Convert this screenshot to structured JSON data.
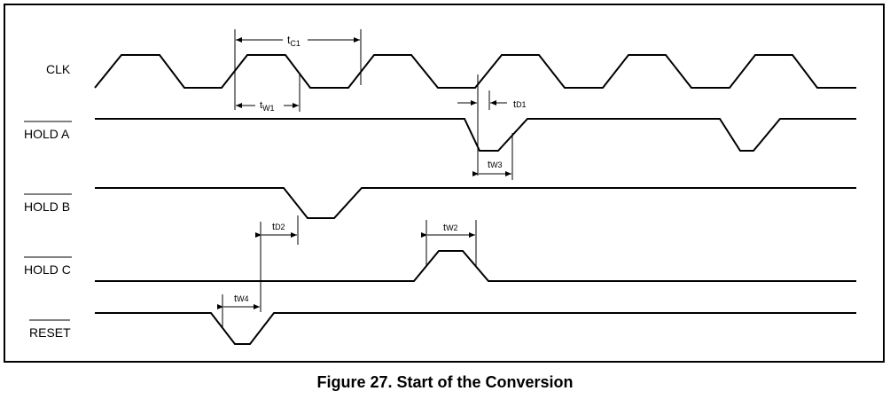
{
  "signals": [
    {
      "id": "clk",
      "label": "CLK",
      "overbar": false
    },
    {
      "id": "hold_a",
      "label": "HOLD A",
      "overbar": true
    },
    {
      "id": "hold_b",
      "label": "HOLD B",
      "overbar": true
    },
    {
      "id": "hold_c",
      "label": "HOLD C",
      "overbar": true
    },
    {
      "id": "reset",
      "label": "RESET",
      "overbar": true
    }
  ],
  "timing_labels": {
    "tc1": {
      "main": "t",
      "sub": "C1"
    },
    "tw1": {
      "main": "t",
      "sub": "W1"
    },
    "td1": {
      "main": "t",
      "sub": "D1"
    },
    "tw3": {
      "main": "t",
      "sub": "W3"
    },
    "td2": {
      "main": "t",
      "sub": "D2"
    },
    "tw2": {
      "main": "t",
      "sub": "W2"
    },
    "tw4": {
      "main": "t",
      "sub": "W4"
    }
  },
  "caption": "Figure 27. Start of the Conversion"
}
